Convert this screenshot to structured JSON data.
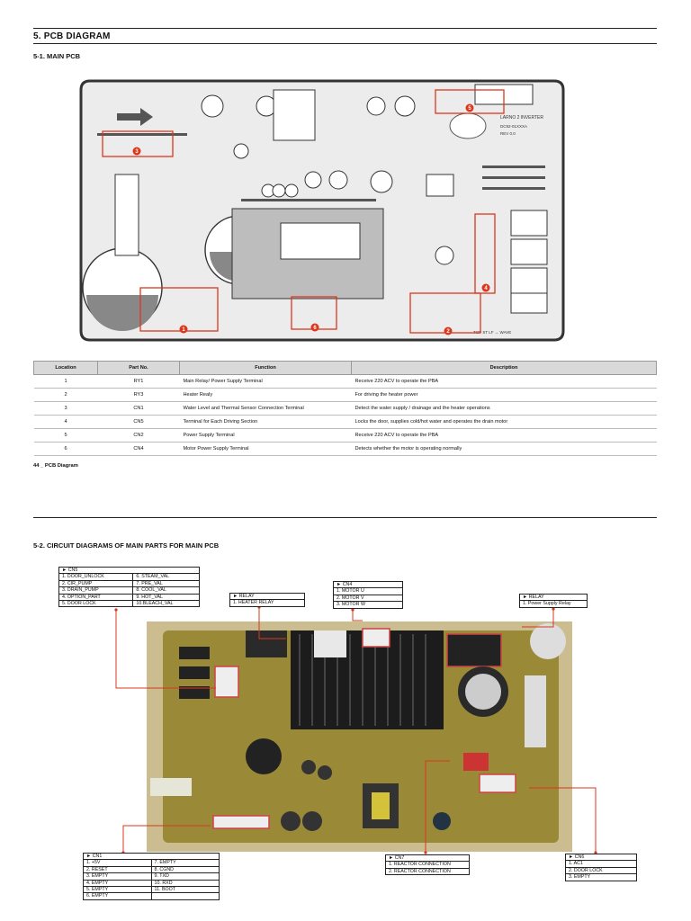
{
  "section_title": "5.  PCB DIAGRAM",
  "sub1_title": "5-1.  MAIN PCB",
  "board_marks": {
    "maker": "LARNO 2 INVERTER",
    "ver": "DC92-01XXXA",
    "rev": "REV 0.0",
    "line": "TOP ST LF → WAVE"
  },
  "table": {
    "headers": [
      "Location",
      "Part No.",
      "Function",
      "Description"
    ],
    "rows": [
      [
        "1",
        "RY1",
        "Main Relay/ Power Supply Terminal",
        "Receive 220 ACV to operate the PBA"
      ],
      [
        "2",
        "RY3",
        "Heater Realy",
        "For driving the heater power"
      ],
      [
        "3",
        "CN1",
        "Water Level and Thermal Sensor Connection Terminal",
        "Detect the water supply / drainage and the heater operations"
      ],
      [
        "4",
        "CN5",
        "Terminal for Each Driving Section",
        "Locks the door, supplies cold/hot water and operates the drain motor"
      ],
      [
        "5",
        "CN2",
        "Power Supply Terminal",
        "Receive 220 ACV to operate the PBA"
      ],
      [
        "6",
        "CN4",
        "Motor Power Supply Terminal",
        "Detects whether the motor is operating normally"
      ]
    ]
  },
  "footer": "44 _ PCB Diagram",
  "sub2_title": "5-2.  CIRCUIT DIAGRAMS OF MAIN PARTS FOR MAIN PCB",
  "cn5": {
    "title": "► CN5",
    "rows": [
      [
        "1.  DOOR_UNLOCK",
        "6.  STEAM_VAL"
      ],
      [
        "2.  CIR_PUMP",
        "7.  PRE_VAL"
      ],
      [
        "3.  DRAIN_PUMP",
        "8.  COOL_VAL"
      ],
      [
        "4.  OPTION_PART",
        "9.  HOT_VAL"
      ],
      [
        "5.  DOOR LOCK",
        "10.BLEACH_VAL"
      ]
    ]
  },
  "relay1": {
    "title": "► RELAY",
    "rows": [
      "1.  HEATER RELAY"
    ]
  },
  "cn4": {
    "title": "► CN4",
    "rows": [
      "1.  MOTOR U",
      "2.  MOTOR V",
      "3.  MOTOR W"
    ]
  },
  "relay2": {
    "title": "► RELAY",
    "rows": [
      "1.    Power Supply Relay"
    ]
  },
  "cn1": {
    "title": "► CN1",
    "rows": [
      [
        "1.  +5V",
        "7.  EMPTY"
      ],
      [
        "2.  RESET",
        "8.  CGND"
      ],
      [
        "3.  EMPTY",
        "9.  TXD"
      ],
      [
        "4.  EMPTY",
        "10. RXD"
      ],
      [
        "5.  EMPTY",
        "11. BOOT"
      ],
      [
        "6.  EMPTY",
        ""
      ]
    ]
  },
  "cn7": {
    "title": "► CN7",
    "rows": [
      "1.  REACTOR CONNECTION",
      "2.  REACTOR CONNECTION"
    ]
  },
  "cn6": {
    "title": "► CN6",
    "rows": [
      "1.  AC1",
      "2.  DOOR LOCK",
      "3.  EMPTY"
    ]
  },
  "colors": {
    "callout": "#d9381e",
    "board": "#ececec",
    "board_edge": "#333333",
    "photo_pcb": "#9a8a38",
    "heatsink": "#1c1c1c"
  }
}
